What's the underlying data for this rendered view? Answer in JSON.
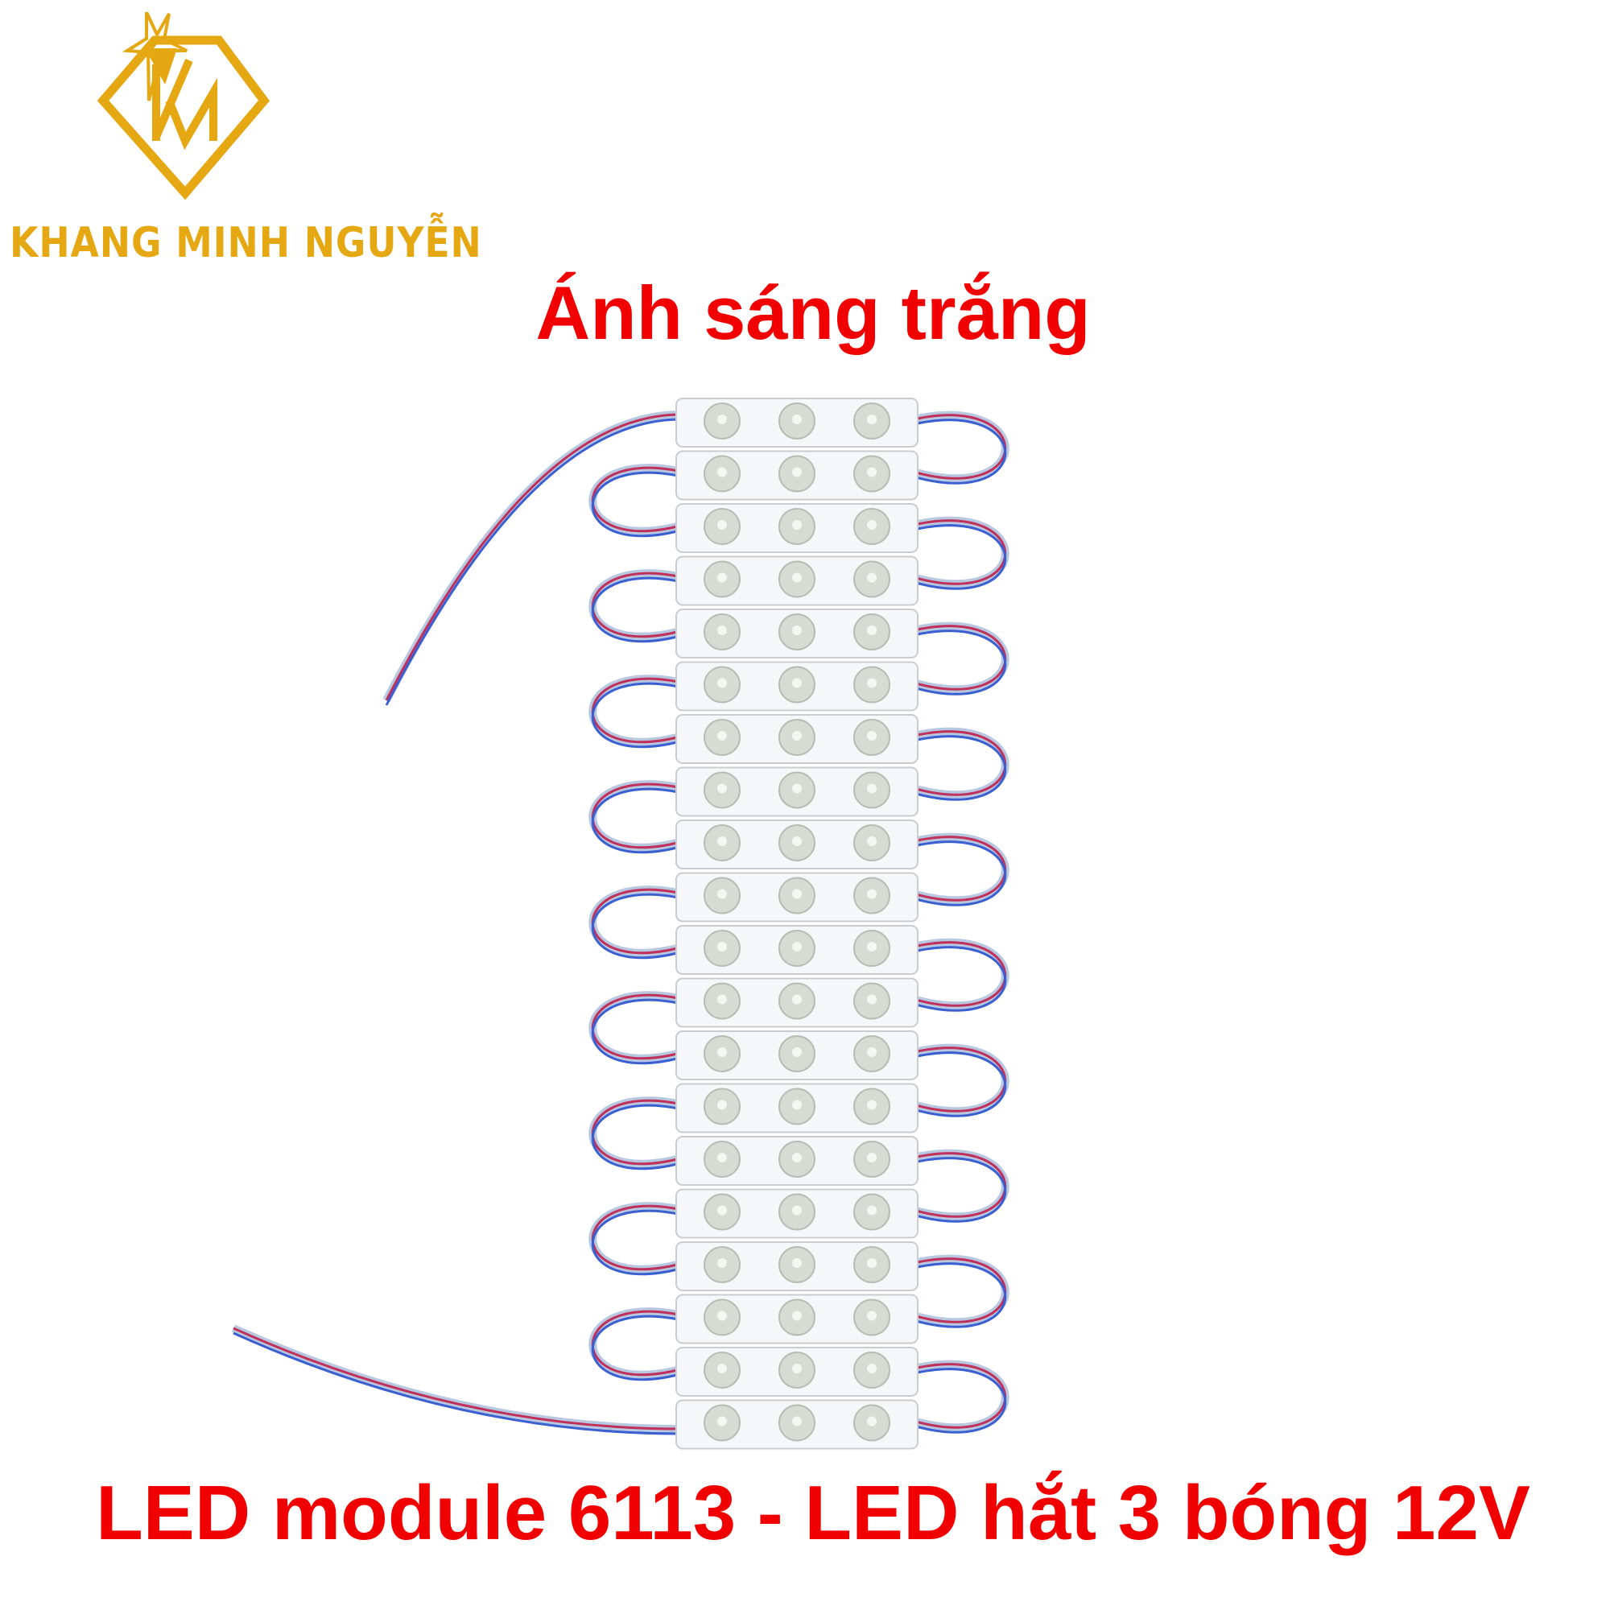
{
  "brand": {
    "name": "KHANG MINH NGUYỄN",
    "color": "#e5a812"
  },
  "title": "Ánh sáng trắng",
  "subtitle": "LED module 6113 - LED hắt 3 bóng 12V",
  "product": {
    "module_count": 20,
    "leds_per_module": 3
  },
  "colors": {
    "text_red": "#f00000",
    "wire_blue": "#3a5fd0",
    "wire_red": "#c0305a"
  }
}
